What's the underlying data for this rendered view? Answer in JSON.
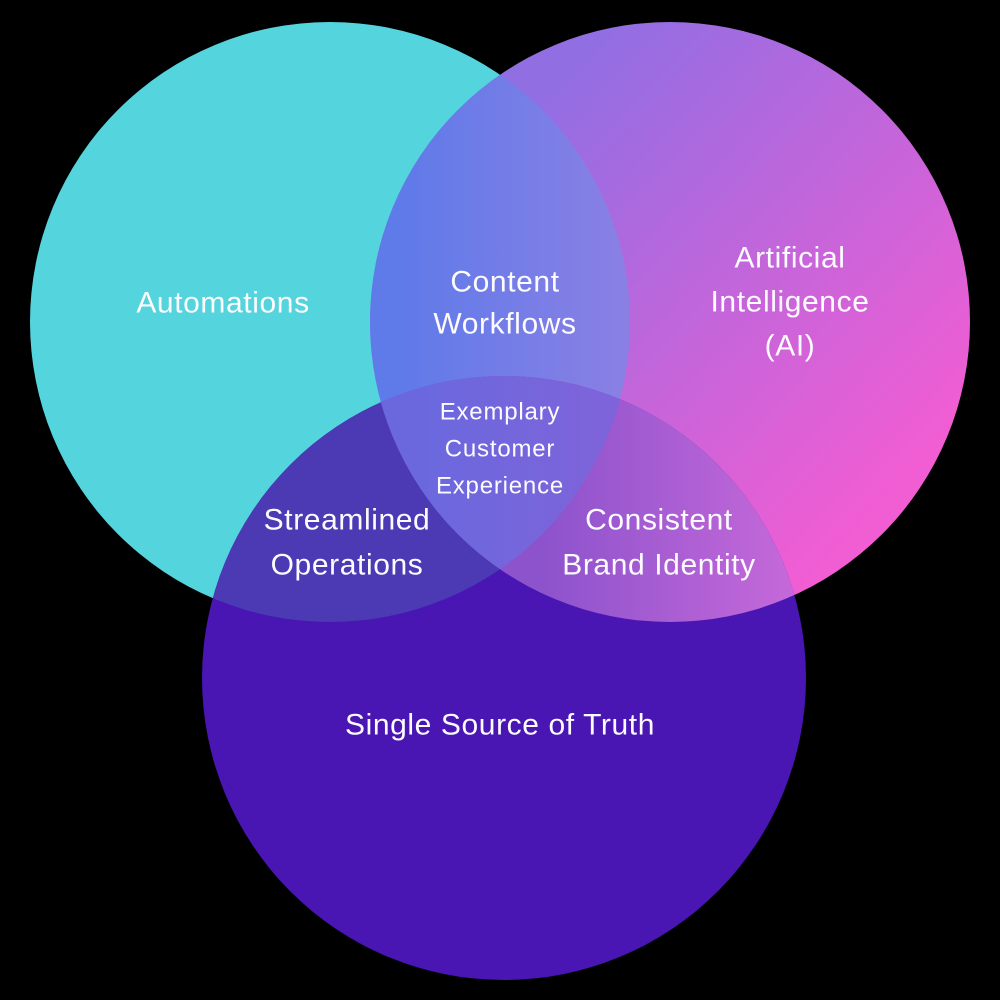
{
  "background_color": "#000000",
  "text_color": "#fcfbff",
  "diagram": {
    "type": "venn-diagram",
    "sets": [
      {
        "id": "automations",
        "label": "Automations",
        "color": "#54d4dc"
      },
      {
        "id": "artificial-intelligence",
        "label": "Artificial Intelligence (AI)",
        "gradient": [
          "#926ee3",
          "#f15dd3"
        ]
      },
      {
        "id": "single-source-of-truth",
        "label": "Single Source of Truth",
        "color": "#4915b3"
      }
    ],
    "intersections": [
      {
        "sets": [
          "Automations",
          "Artificial Intelligence (AI)"
        ],
        "label": "Content Workflows",
        "color": "#5f7ae9"
      },
      {
        "sets": [
          "Automations",
          "Single Source of Truth"
        ],
        "label": "Streamlined Operations",
        "color": "#4b3ab4"
      },
      {
        "sets": [
          "Artificial Intelligence (AI)",
          "Single Source of Truth"
        ],
        "label": "Consistent Brand Identity",
        "color": "#8d53cc"
      },
      {
        "sets": [
          "Automations",
          "Artificial Intelligence (AI)",
          "Single Source of Truth"
        ],
        "label": "Exemplary Customer Experience",
        "color": "#6f68dd"
      }
    ],
    "gradients": {
      "pink": [
        "#926ee3",
        "#f15dd3"
      ],
      "teal_pink": [
        "#5f7ae9",
        "#8a80e4"
      ],
      "pink_purple": [
        "#8d53cc",
        "#cb6bdb"
      ],
      "center": [
        "#6b68de",
        "#7d64da"
      ]
    }
  },
  "labels": {
    "automations": {
      "lines": [
        "Automations"
      ]
    },
    "artificial_intelligence": {
      "lines": [
        "Artificial",
        "Intelligence",
        "(AI)"
      ]
    },
    "single_source_of_truth": {
      "lines": [
        "Single Source of Truth"
      ]
    },
    "content_workflows": {
      "lines": [
        "Content",
        "Workflows"
      ]
    },
    "streamlined_operations": {
      "lines": [
        "Streamlined",
        "Operations"
      ]
    },
    "consistent_brand_identity": {
      "lines": [
        "Consistent",
        "Brand Identity"
      ]
    },
    "exemplary_customer_experience": {
      "lines": [
        "Exemplary",
        "Customer",
        "Experience"
      ]
    }
  }
}
